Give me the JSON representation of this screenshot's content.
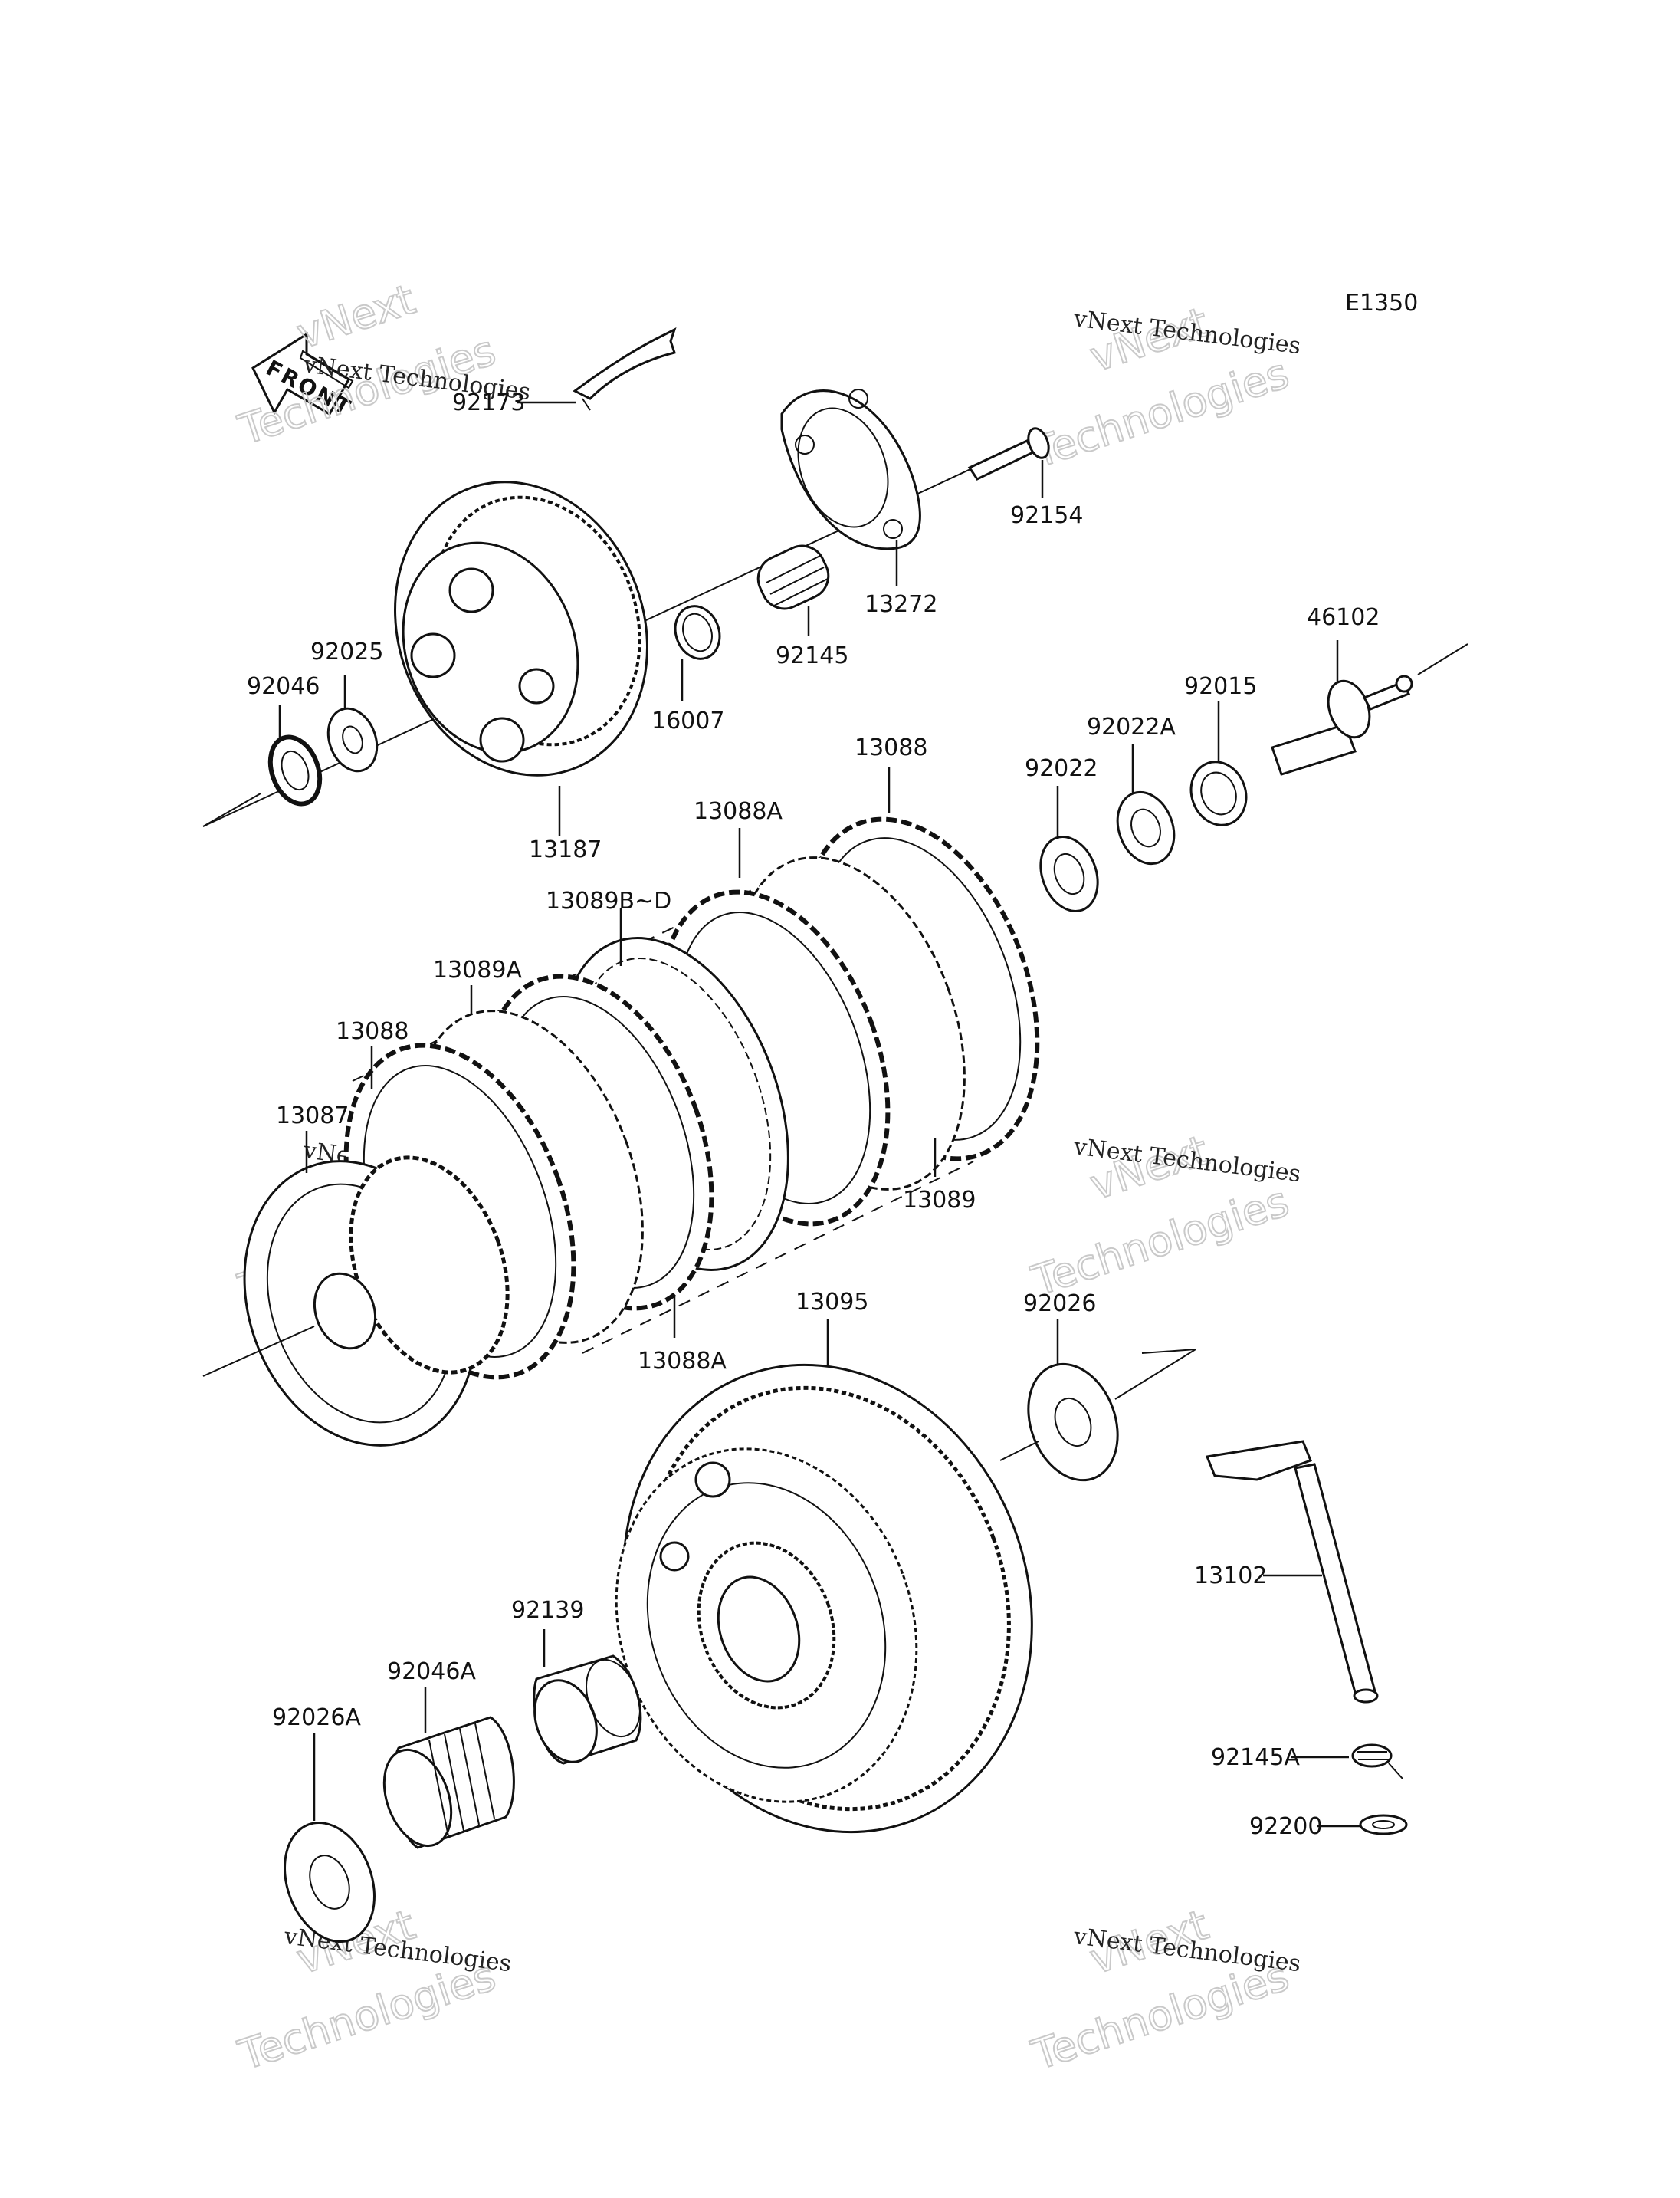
{
  "diagram_code": "E1350",
  "front_label": "FRONT",
  "watermark": {
    "big_line1": "vNext",
    "big_line2": "Technologies",
    "small": "vNext Technologies"
  },
  "parts": [
    {
      "id": "92173",
      "label": "92173"
    },
    {
      "id": "92154",
      "label": "92154"
    },
    {
      "id": "13272",
      "label": "13272"
    },
    {
      "id": "92145",
      "label": "92145"
    },
    {
      "id": "16007",
      "label": "16007"
    },
    {
      "id": "92025",
      "label": "92025"
    },
    {
      "id": "92046",
      "label": "92046"
    },
    {
      "id": "13187",
      "label": "13187"
    },
    {
      "id": "46102",
      "label": "46102"
    },
    {
      "id": "92015",
      "label": "92015"
    },
    {
      "id": "92022A",
      "label": "92022A"
    },
    {
      "id": "92022",
      "label": "92022"
    },
    {
      "id": "13088-top",
      "label": "13088"
    },
    {
      "id": "13088A-top",
      "label": "13088A"
    },
    {
      "id": "13089B-D",
      "label": "13089B~D"
    },
    {
      "id": "13089A",
      "label": "13089A"
    },
    {
      "id": "13088-left",
      "label": "13088"
    },
    {
      "id": "13087",
      "label": "13087"
    },
    {
      "id": "13089",
      "label": "13089"
    },
    {
      "id": "13088A-bottom",
      "label": "13088A"
    },
    {
      "id": "13095",
      "label": "13095"
    },
    {
      "id": "92026",
      "label": "92026"
    },
    {
      "id": "13102",
      "label": "13102"
    },
    {
      "id": "92139",
      "label": "92139"
    },
    {
      "id": "92046A",
      "label": "92046A"
    },
    {
      "id": "92026A",
      "label": "92026A"
    },
    {
      "id": "92145A",
      "label": "92145A"
    },
    {
      "id": "92200",
      "label": "92200"
    }
  ]
}
